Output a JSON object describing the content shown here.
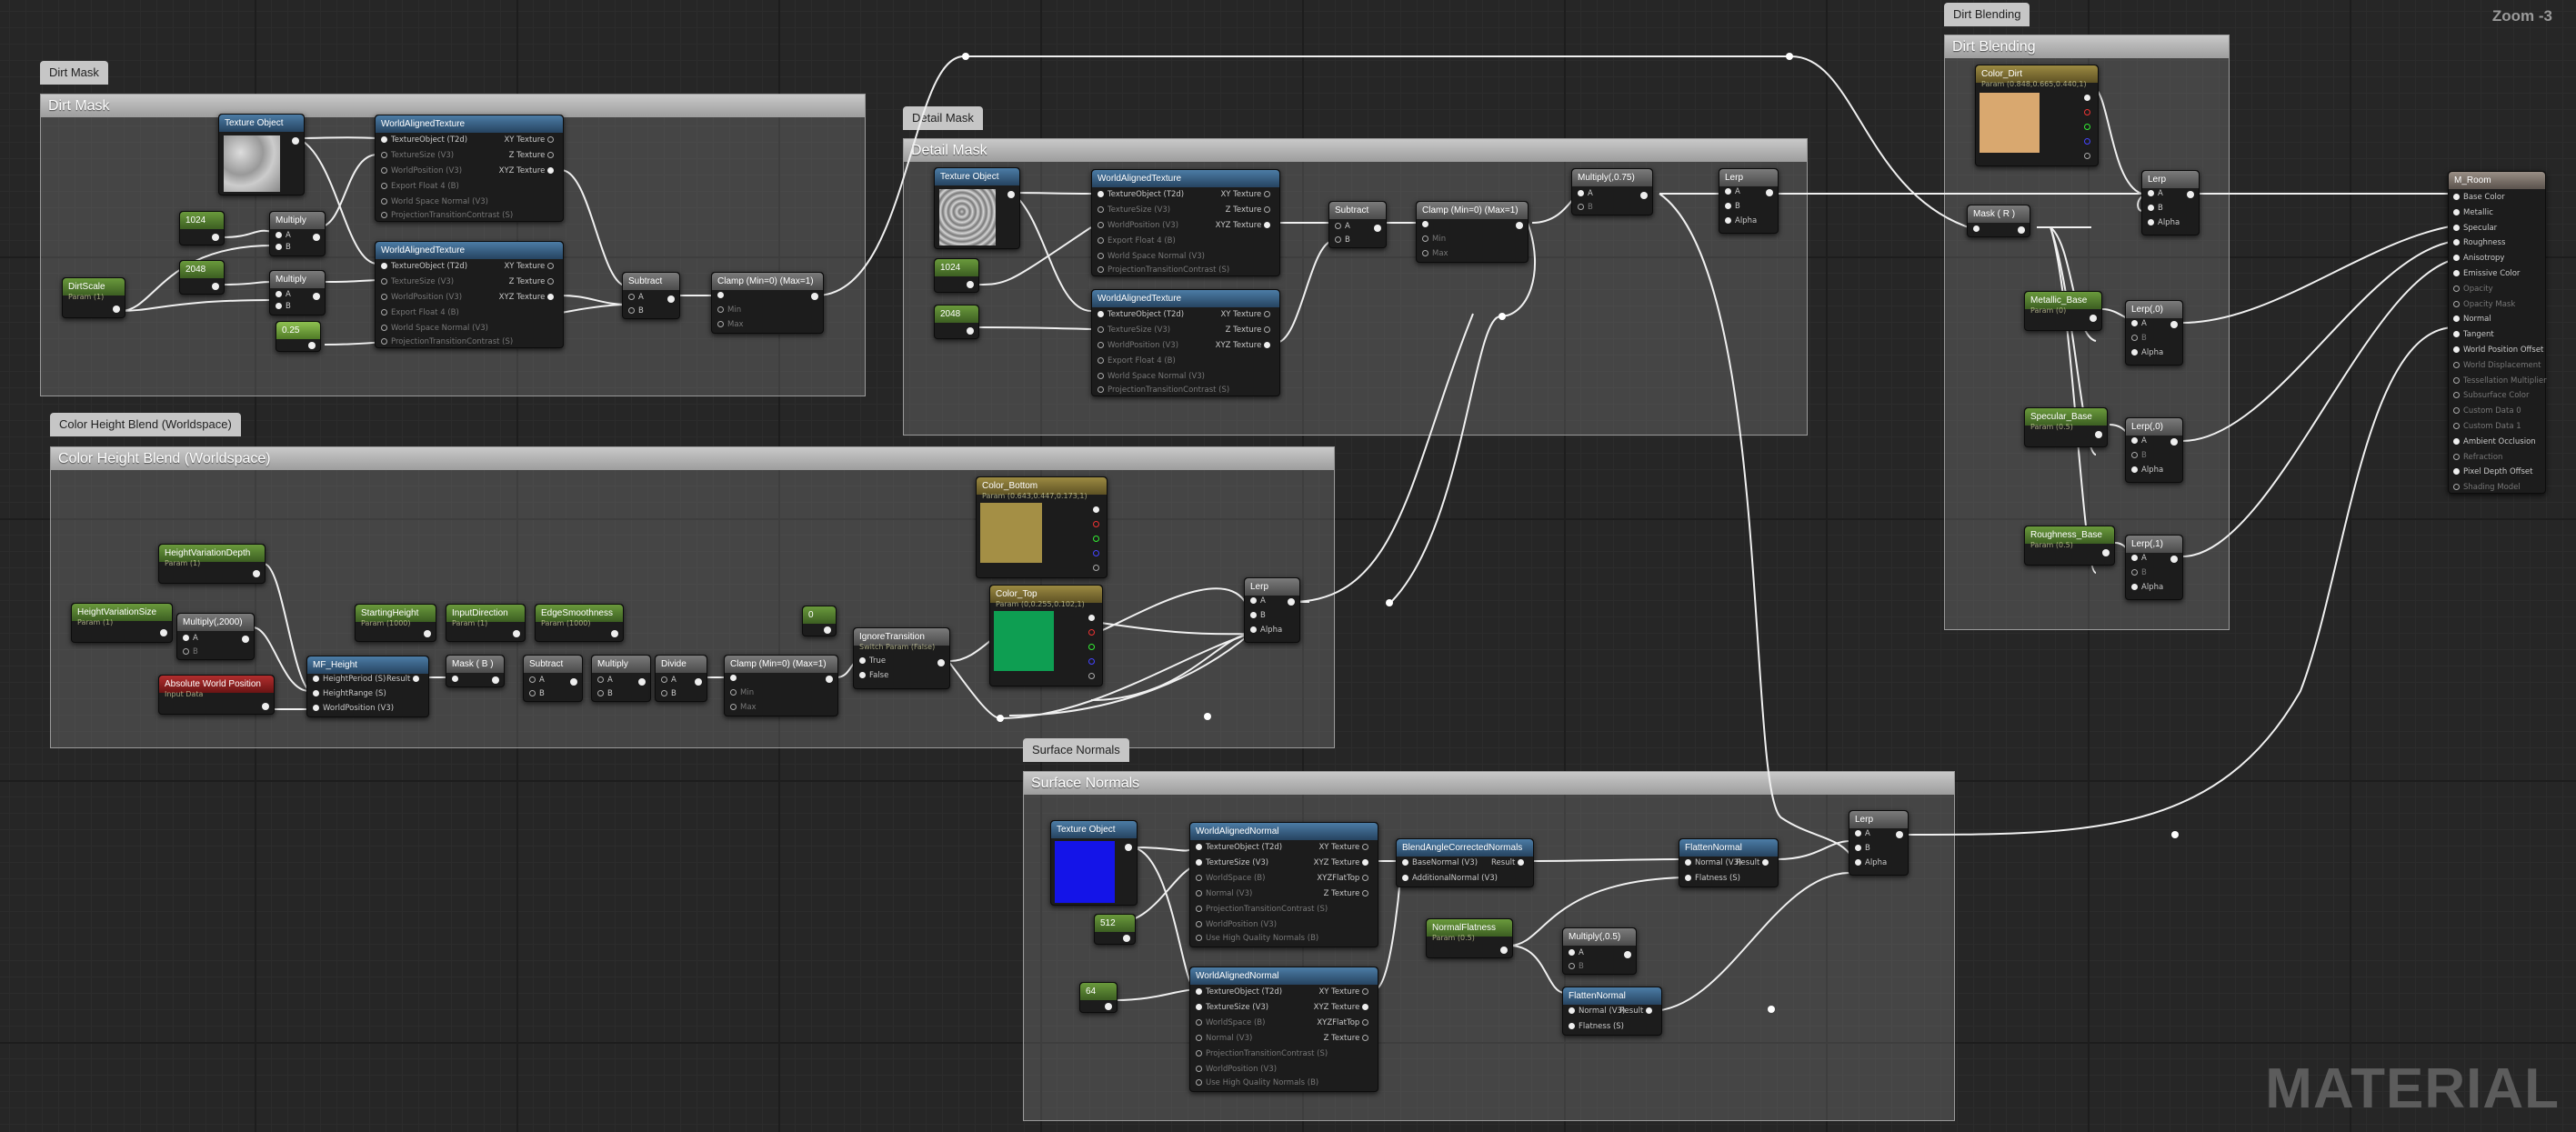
{
  "editor": {
    "zoom": "Zoom -3",
    "watermark": "MATERIAL"
  },
  "comments": {
    "dirt_mask": {
      "tab": "Dirt Mask",
      "title": "Dirt Mask"
    },
    "detail_mask": {
      "tab": "Detail Mask",
      "title": "Detail Mask"
    },
    "color_height": {
      "tab": "Color Height Blend (Worldspace)",
      "title": "Color Height Blend (Worldspace)"
    },
    "surface_normals": {
      "tab": "Surface Normals",
      "title": "Surface Normals"
    },
    "dirt_blending": {
      "tab": "Dirt Blending",
      "title": "Dirt Blending"
    }
  },
  "nodes": {
    "texobj1": {
      "title": "Texture Object"
    },
    "wat1": {
      "title": "WorldAlignedTexture",
      "inputs": [
        "TextureObject (T2d)",
        "TextureSize (V3)",
        "WorldPosition (V3)",
        "Export Float 4 (B)",
        "World Space Normal (V3)",
        "ProjectionTransitionContrast (S)"
      ],
      "outputs": [
        "XY Texture",
        "Z Texture",
        "XYZ Texture"
      ]
    },
    "wat2": {
      "title": "WorldAlignedTexture",
      "inputs": [
        "TextureObject (T2d)",
        "TextureSize (V3)",
        "WorldPosition (V3)",
        "Export Float 4 (B)",
        "World Space Normal (V3)",
        "ProjectionTransitionContrast (S)"
      ],
      "outputs": [
        "XY Texture",
        "Z Texture",
        "XYZ Texture"
      ]
    },
    "c1024a": {
      "title": "1024"
    },
    "c2048a": {
      "title": "2048"
    },
    "c025": {
      "title": "0.25"
    },
    "mul1": {
      "title": "Multiply",
      "inputs": [
        "A",
        "B"
      ]
    },
    "mul2": {
      "title": "Multiply",
      "inputs": [
        "A",
        "B"
      ]
    },
    "dirtscale": {
      "title": "DirtScale",
      "sub": "Param (1)"
    },
    "sub1": {
      "title": "Subtract",
      "inputs": [
        "A",
        "B"
      ]
    },
    "clamp1": {
      "title": "Clamp (Min=0) (Max=1)",
      "inputs": [
        "Min",
        "Max"
      ]
    },
    "texobj2": {
      "title": "Texture Object"
    },
    "wat3": {
      "title": "WorldAlignedTexture",
      "inputs": [
        "TextureObject (T2d)",
        "TextureSize (V3)",
        "WorldPosition (V3)",
        "Export Float 4 (B)",
        "World Space Normal (V3)",
        "ProjectionTransitionContrast (S)"
      ],
      "outputs": [
        "XY Texture",
        "Z Texture",
        "XYZ Texture"
      ]
    },
    "wat4": {
      "title": "WorldAlignedTexture",
      "inputs": [
        "TextureObject (T2d)",
        "TextureSize (V3)",
        "WorldPosition (V3)",
        "Export Float 4 (B)",
        "World Space Normal (V3)",
        "ProjectionTransitionContrast (S)"
      ],
      "outputs": [
        "XY Texture",
        "Z Texture",
        "XYZ Texture"
      ]
    },
    "c1024b": {
      "title": "1024"
    },
    "c2048b": {
      "title": "2048"
    },
    "sub2": {
      "title": "Subtract",
      "inputs": [
        "A",
        "B"
      ]
    },
    "clamp2": {
      "title": "Clamp (Min=0) (Max=1)",
      "inputs": [
        "Min",
        "Max"
      ]
    },
    "mul075": {
      "title": "Multiply(,0.75)",
      "inputs": [
        "A",
        "B"
      ]
    },
    "lerp1": {
      "title": "Lerp",
      "inputs": [
        "A",
        "B",
        "Alpha"
      ]
    },
    "hvd": {
      "title": "HeightVariationDepth",
      "sub": "Param (1)"
    },
    "hvs": {
      "title": "HeightVariationSize",
      "sub": "Param (1)"
    },
    "mul2000": {
      "title": "Multiply(,2000)",
      "inputs": [
        "A",
        "B"
      ]
    },
    "awp": {
      "title": "Absolute World Position",
      "sub": "Input Data"
    },
    "mfh": {
      "title": "MF_Height",
      "inputs": [
        "HeightPeriod (S)",
        "HeightRange (S)",
        "WorldPosition (V3)"
      ],
      "outputs": [
        "Result"
      ]
    },
    "sh": {
      "title": "StartingHeight",
      "sub": "Param (1000)"
    },
    "id": {
      "title": "InputDirection",
      "sub": "Param (1)"
    },
    "es": {
      "title": "EdgeSmoothness",
      "sub": "Param (1000)"
    },
    "maskb": {
      "title": "Mask ( B )"
    },
    "sub3": {
      "title": "Subtract",
      "inputs": [
        "A",
        "B"
      ]
    },
    "mul3": {
      "title": "Multiply",
      "inputs": [
        "A",
        "B"
      ]
    },
    "div": {
      "title": "Divide",
      "inputs": [
        "A",
        "B"
      ]
    },
    "clamp3": {
      "title": "Clamp (Min=0) (Max=1)",
      "inputs": [
        "Min",
        "Max"
      ]
    },
    "c0": {
      "title": "0"
    },
    "ignore": {
      "title": "IgnoreTransition",
      "sub": "Switch Param (False)",
      "inputs": [
        "True",
        "False"
      ]
    },
    "cbottom": {
      "title": "Color_Bottom",
      "sub": "Param (0.643,0.447,0.173,1)"
    },
    "ctop": {
      "title": "Color_Top",
      "sub": "Param (0,0.255,0.102,1)"
    },
    "lerp2": {
      "title": "Lerp",
      "inputs": [
        "A",
        "B",
        "Alpha"
      ]
    },
    "texobj3": {
      "title": "Texture Object"
    },
    "wan1": {
      "title": "WorldAlignedNormal",
      "inputs": [
        "TextureObject (T2d)",
        "TextureSize (V3)",
        "WorldSpace (B)",
        "Normal (V3)",
        "ProjectionTransitionContrast (S)",
        "WorldPosition (V3)",
        "Use High Quality Normals (B)"
      ],
      "outputs": [
        "XY Texture",
        "XYZ Texture",
        "XYZFlatTop",
        "Z Texture"
      ]
    },
    "wan2": {
      "title": "WorldAlignedNormal",
      "inputs": [
        "TextureObject (T2d)",
        "TextureSize (V3)",
        "WorldSpace (B)",
        "Normal (V3)",
        "ProjectionTransitionContrast (S)",
        "WorldPosition (V3)",
        "Use High Quality Normals (B)"
      ],
      "outputs": [
        "XY Texture",
        "XYZ Texture",
        "XYZFlatTop",
        "Z Texture"
      ]
    },
    "c512": {
      "title": "512"
    },
    "c64": {
      "title": "64"
    },
    "bacn": {
      "title": "BlendAngleCorrectedNormals",
      "inputs": [
        "BaseNormal (V3)",
        "AdditionalNormal (V3)"
      ],
      "outputs": [
        "Result"
      ]
    },
    "nflat": {
      "title": "NormalFlatness",
      "sub": "Param (0.5)"
    },
    "mul05": {
      "title": "Multiply(,0.5)",
      "inputs": [
        "A",
        "B"
      ]
    },
    "fn1": {
      "title": "FlattenNormal",
      "inputs": [
        "Normal (V3)",
        "Flatness (S)"
      ],
      "outputs": [
        "Result"
      ]
    },
    "fn2": {
      "title": "FlattenNormal",
      "inputs": [
        "Normal (V3)",
        "Flatness (S)"
      ],
      "outputs": [
        "Result"
      ]
    },
    "lerp3": {
      "title": "Lerp",
      "inputs": [
        "A",
        "B",
        "Alpha"
      ]
    },
    "cdirt": {
      "title": "Color_Dirt",
      "sub": "Param (0.848,0.665,0.440,1)"
    },
    "maskr": {
      "title": "Mask ( R )"
    },
    "lerp4": {
      "title": "Lerp",
      "inputs": [
        "A",
        "B",
        "Alpha"
      ]
    },
    "metal": {
      "title": "Metallic_Base",
      "sub": "Param (0)"
    },
    "spec": {
      "title": "Specular_Base",
      "sub": "Param (0.5)"
    },
    "rough": {
      "title": "Roughness_Base",
      "sub": "Param (0.5)"
    },
    "lerp5": {
      "title": "Lerp(,0)",
      "inputs": [
        "A",
        "B",
        "Alpha"
      ]
    },
    "lerp6": {
      "title": "Lerp(,0)",
      "inputs": [
        "A",
        "B",
        "Alpha"
      ]
    },
    "lerp7": {
      "title": "Lerp(,1)",
      "inputs": [
        "A",
        "B",
        "Alpha"
      ]
    },
    "mroom": {
      "title": "M_Room",
      "inputs": [
        "Base Color",
        "Metallic",
        "Specular",
        "Roughness",
        "Anisotropy",
        "Emissive Color",
        "Opacity",
        "Opacity Mask",
        "Normal",
        "Tangent",
        "World Position Offset",
        "World Displacement",
        "Tessellation Multiplier",
        "Subsurface Color",
        "Custom Data 0",
        "Custom Data 1",
        "Ambient Occlusion",
        "Refraction",
        "Pixel Depth Offset",
        "Shading Model"
      ]
    }
  },
  "colors": {
    "dirt": "#d9a86f",
    "bottom": "#a48f45",
    "top": "#0e9e52",
    "normal": "#1414e8"
  }
}
